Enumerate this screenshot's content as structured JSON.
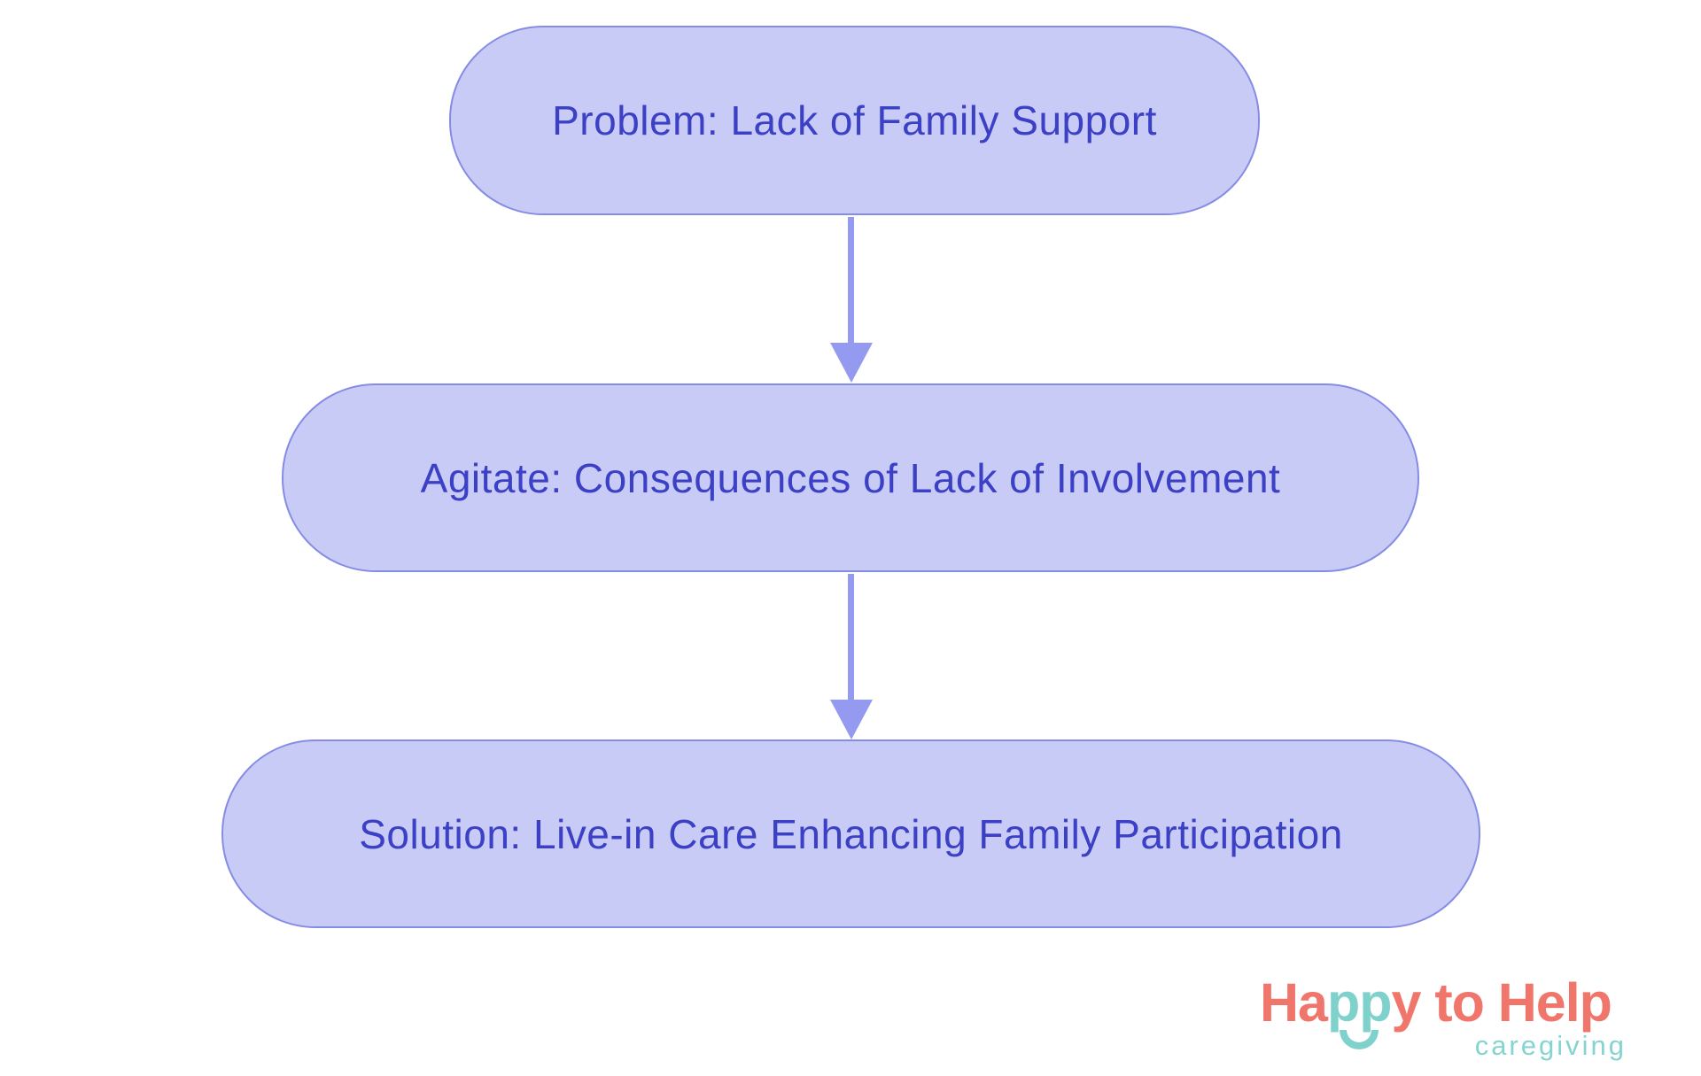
{
  "page": {
    "background": "#ffffff"
  },
  "flowchart": {
    "type": "vertical-flow",
    "nodes": [
      {
        "id": "problem",
        "label": "Problem: Lack of Family Support"
      },
      {
        "id": "agitate",
        "label": "Agitate: Consequences of Lack of Involvement"
      },
      {
        "id": "solution",
        "label": "Solution: Live-in Care Enhancing Family Participation"
      }
    ],
    "connectors": [
      {
        "from": "problem",
        "to": "agitate",
        "style": "arrow-down"
      },
      {
        "from": "agitate",
        "to": "solution",
        "style": "arrow-down"
      }
    ],
    "colors": {
      "node_fill": "#c9cbf7",
      "node_border": "#858ce4",
      "node_text": "#3b40c5",
      "arrow": "#939af0"
    }
  },
  "logo": {
    "text_ha": "Ha",
    "text_pp": "pp",
    "text_y": "y",
    "text_to": "to",
    "text_help": "Help",
    "tagline": "caregiving",
    "icon": "smile-icon",
    "colors": {
      "coral": "#f0756b",
      "teal": "#7fd2cc"
    }
  }
}
